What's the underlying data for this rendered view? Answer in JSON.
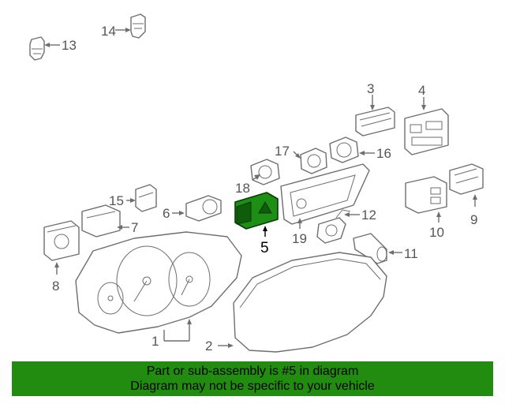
{
  "callouts": {
    "c1": "1",
    "c2": "2",
    "c3": "3",
    "c4": "4",
    "c5": "5",
    "c6": "6",
    "c7": "7",
    "c8": "8",
    "c9": "9",
    "c10": "10",
    "c11": "11",
    "c12": "12",
    "c13": "13",
    "c14": "14",
    "c15": "15",
    "c16": "16",
    "c17": "17",
    "c18": "18",
    "c19": "19"
  },
  "highlighted_part": "5",
  "colors": {
    "highlight": "#1e8f15",
    "banner": "#218c0f",
    "line": "#6e6e6e"
  },
  "banner": {
    "line1": "Part or sub-assembly is #5 in diagram",
    "line2": "Diagram may not be specific to your vehicle"
  }
}
